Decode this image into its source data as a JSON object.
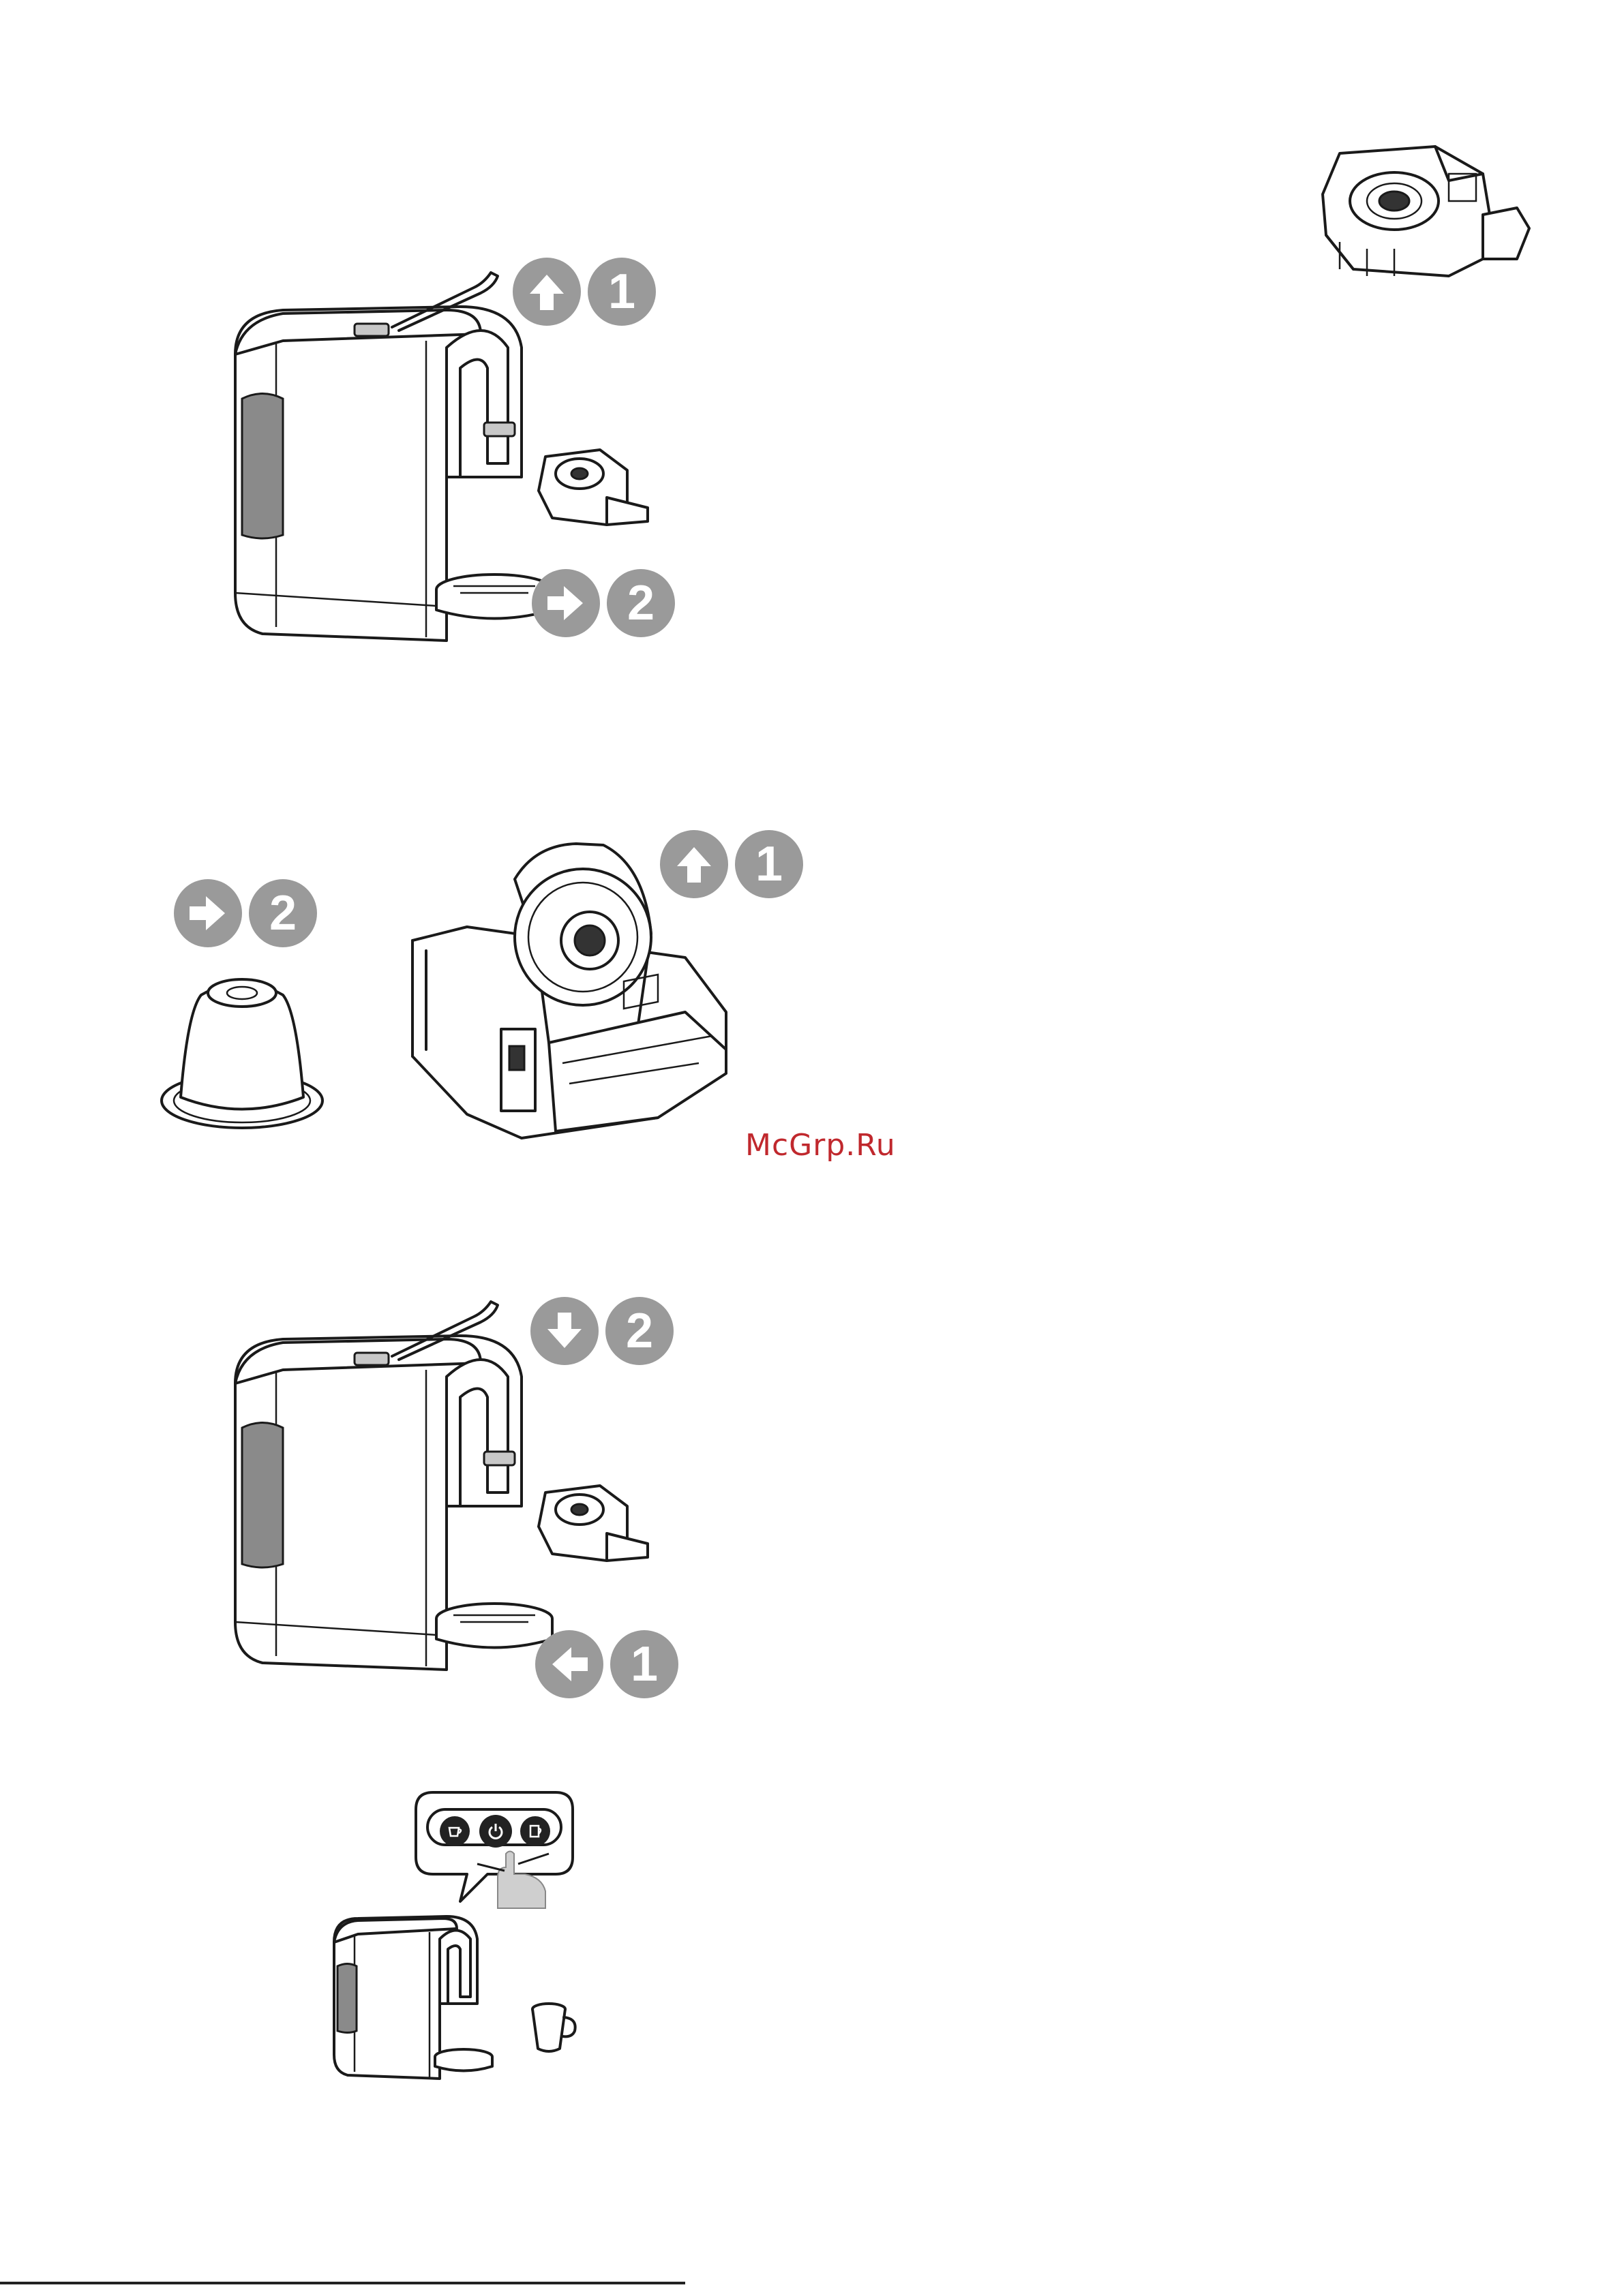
{
  "step1": {
    "badge_up": "1",
    "badge_right": "2"
  },
  "step2": {
    "badge_up": "1",
    "badge_right": "2"
  },
  "step3": {
    "badge_down": "2",
    "badge_left": "1"
  },
  "watermark": "McGrp.Ru",
  "icons": [
    "arrow-up-icon",
    "arrow-right-icon",
    "arrow-down-icon",
    "arrow-left-icon",
    "cup-icon",
    "power-icon",
    "mug-icon"
  ]
}
